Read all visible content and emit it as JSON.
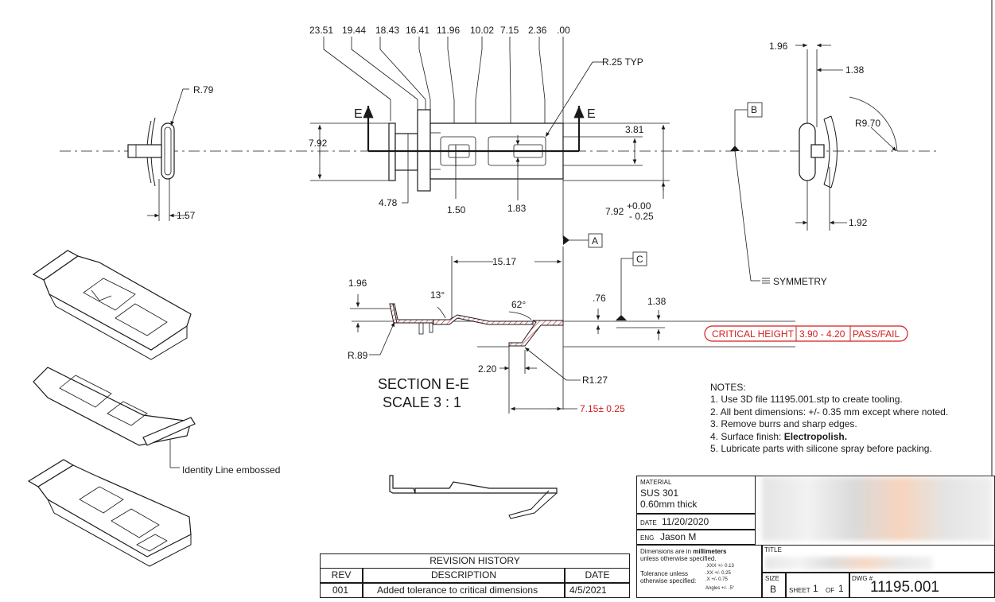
{
  "top_dims": [
    "23.51",
    "19.44",
    "18.43",
    "16.41",
    "11.96",
    "10.02",
    "7.15",
    "2.36",
    ".00"
  ],
  "labels": {
    "r25": "R.25 TYP",
    "r79": "R.79",
    "e_left": "E",
    "e_right": "E",
    "d792": "7.92",
    "d381": "3.81",
    "d478": "4.78",
    "d150": "1.50",
    "d183": "1.83",
    "d792b": "7.92",
    "tol_plus": "+0.00",
    "tol_minus": "- 0.25",
    "d157": "1.57",
    "d196r": "1.96",
    "d138r": "1.38",
    "r970": "R9.70",
    "d192": "1.92",
    "datum_b": "B",
    "datum_a": "A",
    "datum_c": "C",
    "symmetry": "SYMMETRY",
    "d1517": "15.17",
    "d196s": "1.96",
    "a13": "13°",
    "a62": "62°",
    "d76": ".76",
    "d138s": "1.38",
    "r89": "R.89",
    "d220": "2.20",
    "r127": "R1.27",
    "d715tol": "7.15± 0.25",
    "section_title": "SECTION E-E",
    "section_scale": "SCALE 3 : 1",
    "critical": "CRITICAL HEIGHT",
    "critical_range": "3.90 - 4.20",
    "critical_pf": "PASS/FAIL",
    "identity": "Identity Line embossed"
  },
  "notes": {
    "title": "NOTES:",
    "items": [
      "1. Use 3D file 11195.001.stp to create tooling.",
      "2. All bent dimensions:  +/- 0.35 mm except where noted.",
      "3. Remove burrs and sharp edges.",
      "4. Surface finish: ",
      "5. Lubricate parts with silicone spray before packing."
    ],
    "item4_bold": "Electropolish."
  },
  "title_block": {
    "material_label": "MATERIAL",
    "material": "SUS 301",
    "thickness": "0.60mm thick",
    "date_label": "DATE",
    "date": "11/20/2020",
    "eng_label": "ENG",
    "eng": "Jason M",
    "units_line1": "Dimensions are in ",
    "units_bold": "millimeters",
    "units_line2": "unless otherwise specified.",
    "tol_label": "Tolerance unless otherwise specified:",
    "tol_xxx": ".XXX  +/- 0.13",
    "tol_xx": ".XX   +/- 0.25",
    "tol_x": ".X     +/- 0.75",
    "tol_ang": "Angles   +/- .5°",
    "title_label": "TITLE",
    "size_label": "SIZE",
    "size": "B",
    "sheet_label": "SHEET",
    "sheet": "1",
    "of_label": "OF",
    "of": "1",
    "dwg_label": "DWG #",
    "dwg": "11195.001"
  },
  "revision": {
    "title": "REVISION HISTORY",
    "headers": [
      "REV",
      "DESCRIPTION",
      "DATE"
    ],
    "rows": [
      [
        "001",
        "Added tolerance to critical dimensions",
        "4/5/2021"
      ]
    ]
  },
  "colors": {
    "accent_red": "#d11f1f",
    "line": "#1a1a1a",
    "hatch": "#d11f1f"
  }
}
